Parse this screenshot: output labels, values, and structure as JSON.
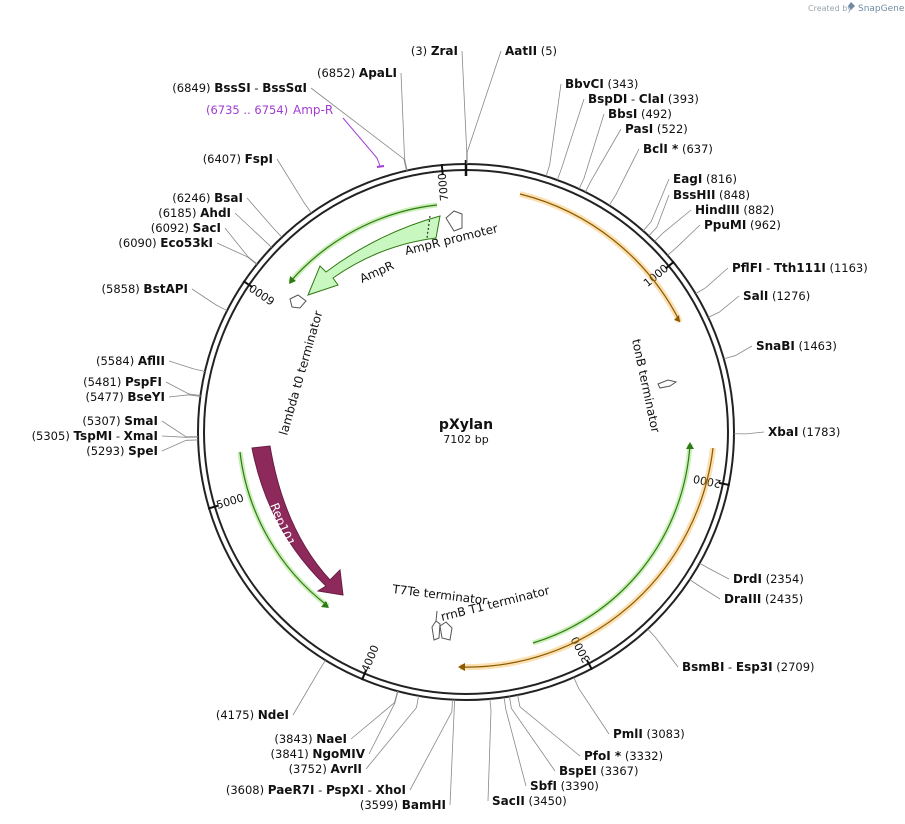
{
  "credit": {
    "prefix": "Created by",
    "brand": "SnapGene"
  },
  "plasmid": {
    "name": "pXylan",
    "size_label": "7102 bp",
    "length": 7102
  },
  "ticks": [
    {
      "bp": 1000,
      "label": "1000"
    },
    {
      "bp": 2000,
      "label": "2000"
    },
    {
      "bp": 3000,
      "label": "3000"
    },
    {
      "bp": 4000,
      "label": "4000"
    },
    {
      "bp": 5000,
      "label": "5000"
    },
    {
      "bp": 6000,
      "label": "6000"
    },
    {
      "bp": 7000,
      "label": "7000"
    }
  ],
  "sites": [
    {
      "side": "left",
      "enzyme": "ZraI",
      "pos": "(3)",
      "bp": 3
    },
    {
      "side": "right",
      "enzyme": "AatII",
      "pos": "(5)",
      "bp": 5
    },
    {
      "side": "right",
      "enzyme": "BbvCI",
      "pos": "(343)",
      "bp": 343
    },
    {
      "side": "right",
      "enzyme": "BspDI",
      "enzyme2": "ClaI",
      "pos": "(393)",
      "bp": 393
    },
    {
      "side": "right",
      "enzyme": "BbsI",
      "pos": "(492)",
      "bp": 492
    },
    {
      "side": "right",
      "enzyme": "PasI",
      "pos": "(522)",
      "bp": 522
    },
    {
      "side": "right",
      "enzyme": "BclI *",
      "pos": "(637)",
      "bp": 637
    },
    {
      "side": "right",
      "enzyme": "EagI",
      "pos": "(816)",
      "bp": 816
    },
    {
      "side": "right",
      "enzyme": "BssHII",
      "pos": "(848)",
      "bp": 848
    },
    {
      "side": "right",
      "enzyme": "HindIII",
      "pos": "(882)",
      "bp": 882
    },
    {
      "side": "right",
      "enzyme": "PpuMI",
      "pos": "(962)",
      "bp": 962
    },
    {
      "side": "right",
      "enzyme": "PflFI",
      "enzyme2": "Tth111I",
      "pos": "(1163)",
      "bp": 1163
    },
    {
      "side": "right",
      "enzyme": "SalI",
      "pos": "(1276)",
      "bp": 1276
    },
    {
      "side": "right",
      "enzyme": "SnaBI",
      "pos": "(1463)",
      "bp": 1463
    },
    {
      "side": "right",
      "enzyme": "XbaI",
      "pos": "(1783)",
      "bp": 1783
    },
    {
      "side": "right",
      "enzyme": "DrdI",
      "pos": "(2354)",
      "bp": 2354
    },
    {
      "side": "right",
      "enzyme": "DraIII",
      "pos": "(2435)",
      "bp": 2435
    },
    {
      "side": "right",
      "enzyme": "BsmBI",
      "enzyme2": "Esp3I",
      "pos": "(2709)",
      "bp": 2709
    },
    {
      "side": "right",
      "enzyme": "PmlI",
      "pos": "(3083)",
      "bp": 3083
    },
    {
      "side": "right",
      "enzyme": "PfoI *",
      "pos": "(3332)",
      "bp": 3332
    },
    {
      "side": "right",
      "enzyme": "BspEI",
      "pos": "(3367)",
      "bp": 3367
    },
    {
      "side": "right",
      "enzyme": "SbfI",
      "pos": "(3390)",
      "bp": 3390
    },
    {
      "side": "right",
      "enzyme": "SacII",
      "pos": "(3450)",
      "bp": 3450
    },
    {
      "side": "left",
      "enzyme": "BamHI",
      "pos": "(3599)",
      "bp": 3599
    },
    {
      "side": "left",
      "enzyme": "PaeR7I",
      "enzyme2": "PspXI",
      "enzyme3": "XhoI",
      "pos": "(3608)",
      "bp": 3608
    },
    {
      "side": "left",
      "enzyme": "AvrII",
      "pos": "(3752)",
      "bp": 3752
    },
    {
      "side": "left",
      "enzyme": "NgoMIV",
      "pos": "(3841)",
      "bp": 3841
    },
    {
      "side": "left",
      "enzyme": "NaeI",
      "pos": "(3843)",
      "bp": 3843
    },
    {
      "side": "left",
      "enzyme": "NdeI",
      "pos": "(4175)",
      "bp": 4175
    },
    {
      "side": "left",
      "enzyme": "SpeI",
      "pos": "(5293)",
      "bp": 5293
    },
    {
      "side": "left",
      "enzyme": "TspMI",
      "enzyme2": "XmaI",
      "pos": "(5305)",
      "bp": 5305
    },
    {
      "side": "left",
      "enzyme": "SmaI",
      "pos": "(5307)",
      "bp": 5307
    },
    {
      "side": "left",
      "enzyme": "BseYI",
      "pos": "(5477)",
      "bp": 5477
    },
    {
      "side": "left",
      "enzyme": "PspFI",
      "pos": "(5481)",
      "bp": 5481
    },
    {
      "side": "left",
      "enzyme": "AflII",
      "pos": "(5584)",
      "bp": 5584
    },
    {
      "side": "left",
      "enzyme": "BstAPI",
      "pos": "(5858)",
      "bp": 5858
    },
    {
      "side": "left",
      "enzyme": "Eco53kI",
      "pos": "(6090)",
      "bp": 6090
    },
    {
      "side": "left",
      "enzyme": "SacI",
      "pos": "(6092)",
      "bp": 6092
    },
    {
      "side": "left",
      "enzyme": "AhdI",
      "pos": "(6185)",
      "bp": 6185
    },
    {
      "side": "left",
      "enzyme": "BsaI",
      "pos": "(6246)",
      "bp": 6246
    },
    {
      "side": "left",
      "enzyme": "FspI",
      "pos": "(6407)",
      "bp": 6407
    },
    {
      "side": "left",
      "enzyme": "BssSI",
      "enzyme2": "BssSαI",
      "pos": "(6849)",
      "bp": 6849
    },
    {
      "side": "left",
      "enzyme": "ApaLI",
      "pos": "(6852)",
      "bp": 6852
    }
  ],
  "primer": {
    "label": "Amp-R",
    "range": "(6735 .. 6754)",
    "color": "#a23cd2"
  },
  "features": {
    "ampr": "AmpR",
    "ampr_promoter": "AmpR promoter",
    "lambda_t0": "lambda t0 terminator",
    "tonb": "tonB terminator",
    "t7te": "T7Te terminator",
    "rrnb_t1": "rrnB T1 terminator",
    "rep101": "Rep101"
  },
  "colors": {
    "backbone": "#222222",
    "orange": "#f4a521",
    "green": "#a8e58a",
    "ampr_fill": "#c9f7c0",
    "rep101": "#8e2a5b",
    "primer": "#a23cd2"
  }
}
